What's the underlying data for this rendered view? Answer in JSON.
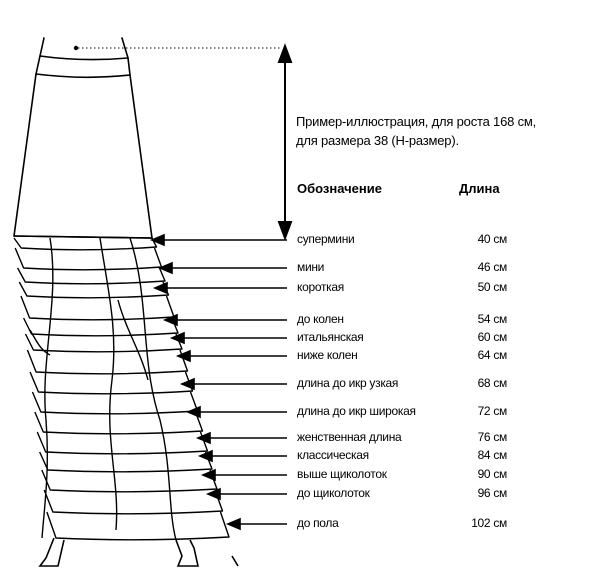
{
  "caption": {
    "line1": "Пример-иллюстрация, для роста 168 см,",
    "line2": "для размера 38 (Н-размер)."
  },
  "table": {
    "header_name": "Обозначение",
    "header_length": "Длина",
    "rows": [
      {
        "name": "супермини",
        "length": "40 см"
      },
      {
        "name": "мини",
        "length": "46 см"
      },
      {
        "name": "короткая",
        "length": "50 см"
      },
      {
        "name": "до колен",
        "length": "54 см"
      },
      {
        "name": "итальянская",
        "length": "60 см"
      },
      {
        "name": "ниже колен",
        "length": "64 см"
      },
      {
        "name": "длина до икр узкая",
        "length": "68 см"
      },
      {
        "name": "длина до икр широкая",
        "length": "72 см"
      },
      {
        "name": "женственная длина",
        "length": "76 см"
      },
      {
        "name": "классическая",
        "length": "84 см"
      },
      {
        "name": "выше щиколоток",
        "length": "90 см"
      },
      {
        "name": "до щиколоток",
        "length": "96 см"
      },
      {
        "name": "до пола",
        "length": "102 см"
      }
    ]
  },
  "colors": {
    "ink": "#000000",
    "paper": "#ffffff"
  }
}
